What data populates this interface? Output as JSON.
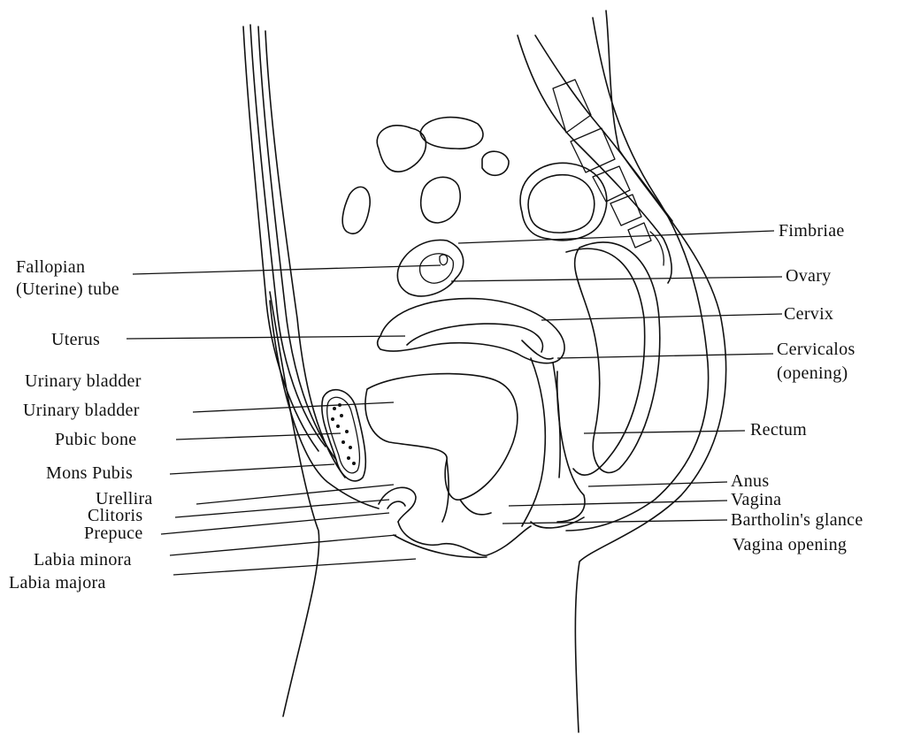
{
  "labels": {
    "fallopian_line1": "Fallopian",
    "fallopian_line2": "(Uterine) tube",
    "uterus": "Uterus",
    "urinary_bladder_1": "Urinary bladder",
    "urinary_bladder_2": "Urinary bladder",
    "pubic_bone": "Pubic bone",
    "mons_pubis": "Mons Pubis",
    "urethra": "Urellira",
    "clitoris": "Clitoris",
    "prepuce": "Prepuce",
    "labia_minora": "Labia minora",
    "labia_majora": "Labia majora",
    "fimbriae": "Fimbriae",
    "ovary": "Ovary",
    "cervix": "Cervix",
    "cervicalos_line1": "Cervicalos",
    "cervicalos_line2": "(opening)",
    "rectum": "Rectum",
    "anus": "Anus",
    "vagina": "Vagina",
    "bartholins": "Bartholin's glance",
    "vagina_opening": "Vagina opening"
  }
}
